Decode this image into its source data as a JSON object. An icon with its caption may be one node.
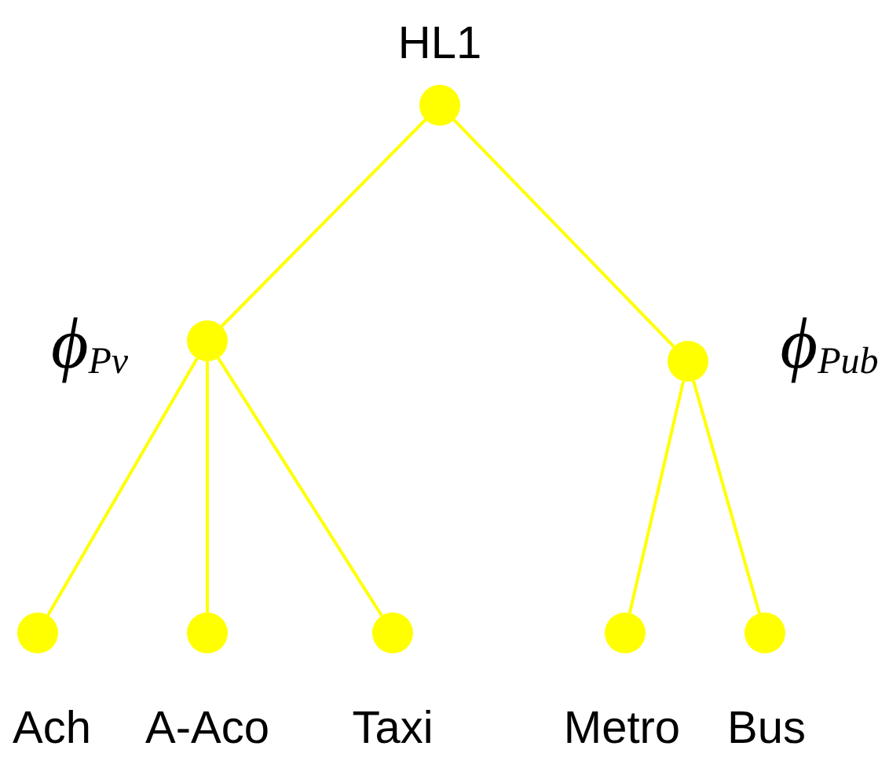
{
  "diagram": {
    "nodes": [
      {
        "text": [
          "HL1"
        ]
      },
      {
        "text": [
          "ϕ$_{Pv}$"
        ]
      },
      {
        "text": [
          "ϕ$_{Pub}$"
        ]
      },
      {
        "text": [
          "Ach"
        ]
      },
      {
        "text": [
          "A-Aco"
        ]
      },
      {
        "text": [
          "Taxi"
        ]
      },
      {
        "text": [
          "Metro"
        ]
      },
      {
        "text": [
          "Bus"
        ]
      }
    ],
    "edges": [
      {
        "from": 0,
        "to": 1,
        "arrow": "none"
      },
      {
        "from": 0,
        "to": 2,
        "arrow": "none"
      },
      {
        "from": 1,
        "to": 3,
        "arrow": "none"
      },
      {
        "from": 1,
        "to": 4,
        "arrow": "none"
      },
      {
        "from": 1,
        "to": 5,
        "arrow": "none"
      },
      {
        "from": 2,
        "to": 6,
        "arrow": "none"
      },
      {
        "from": 2,
        "to": 7,
        "arrow": "none"
      }
    ]
  }
}
